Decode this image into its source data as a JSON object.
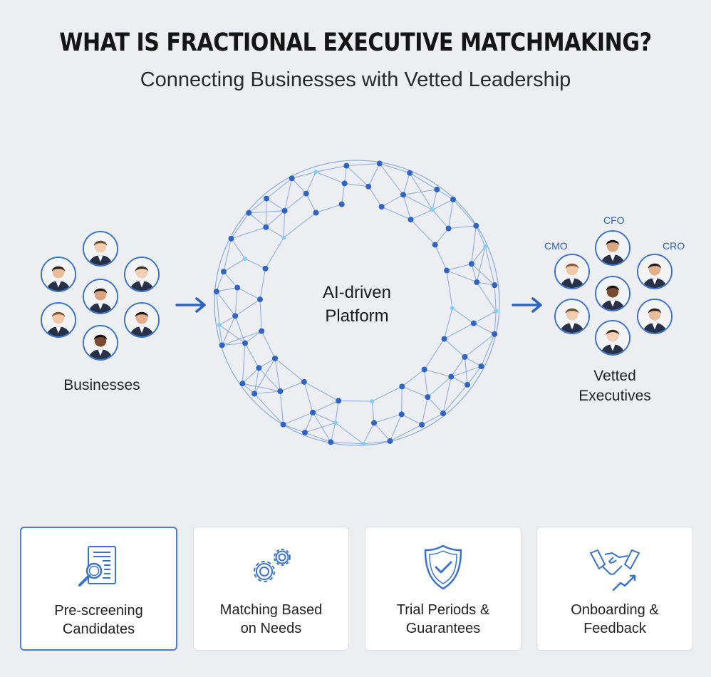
{
  "header": {
    "title": "WHAT IS FRACTIONAL EXECUTIVE MATCHMAKING?",
    "subtitle": "Connecting Businesses with Vetted Leadership"
  },
  "left_group": {
    "label": "Businesses",
    "avatar_count": 7
  },
  "platform": {
    "line1": "AI-driven",
    "line2": "Platform"
  },
  "right_group": {
    "label_line1": "Vetted",
    "label_line2": "Executives",
    "roles": [
      "CMO",
      "CFO",
      "CRO"
    ],
    "avatar_count": 7
  },
  "cards": [
    {
      "line1": "Pre-screening",
      "line2": "Candidates",
      "icon": "document-search-icon"
    },
    {
      "line1": "Matching Based",
      "line2": "on Needs",
      "icon": "gears-icon"
    },
    {
      "line1": "Trial Periods &",
      "line2": "Guarantees",
      "icon": "shield-check-icon"
    },
    {
      "line1": "Onboarding &",
      "line2": "Feedback",
      "icon": "handshake-growth-icon"
    }
  ],
  "colors": {
    "accent": "#3a73c9",
    "background": "#eceef2",
    "node": "#2f63c4",
    "line": "#8fb0e0"
  }
}
